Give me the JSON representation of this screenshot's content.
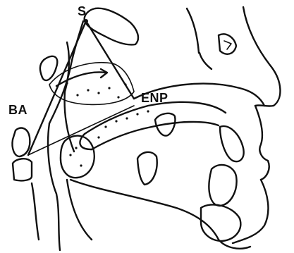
{
  "labels": {
    "s": "S",
    "ba": "BA",
    "enp": "ENP"
  },
  "colors": {
    "ink": "#111111",
    "background": "#ffffff"
  }
}
